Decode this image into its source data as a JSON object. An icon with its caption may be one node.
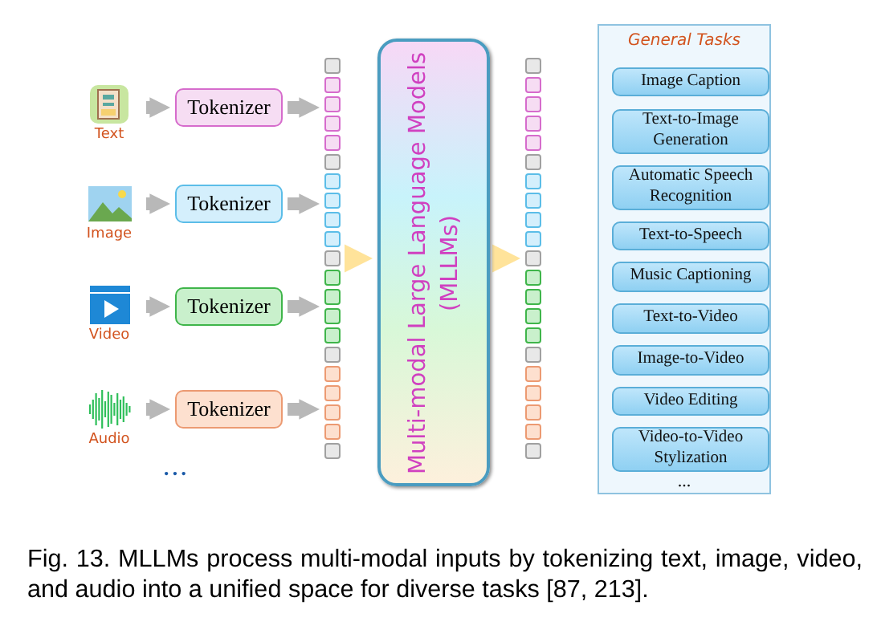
{
  "diagram": {
    "caption": "Fig. 13. MLLMs process multi-modal inputs by tokenizing text, image, video, and audio into a unified space for diverse tasks [87, 213].",
    "nodes": [
      {
        "text": [
          "Text"
        ]
      },
      {
        "text": [
          "Image"
        ]
      },
      {
        "text": [
          "Video"
        ]
      },
      {
        "text": [
          "Audio"
        ]
      },
      {
        "text": [
          "Tokenizer"
        ]
      },
      {
        "text": [
          "Tokenizer"
        ]
      },
      {
        "text": [
          "Tokenizer"
        ]
      },
      {
        "text": [
          "Tokenizer"
        ]
      },
      {
        "text": [],
        "shape": "bar"
      },
      {
        "text": [
          "Multi-modal Large Language Models (MLLMs)"
        ]
      },
      {
        "text": [],
        "shape": "bar"
      },
      {
        "text": [
          "General Tasks"
        ]
      },
      {
        "text": [
          "Image Caption"
        ],
        "in": 11
      },
      {
        "text": [
          "Text-to-Image Generation"
        ],
        "in": 11
      },
      {
        "text": [
          "Automatic Speech Recognition"
        ],
        "in": 11
      },
      {
        "text": [
          "Text-to-Speech"
        ],
        "in": 11
      },
      {
        "text": [
          "Music Captioning"
        ],
        "in": 11
      },
      {
        "text": [
          "Text-to-Video"
        ],
        "in": 11
      },
      {
        "text": [
          "Image-to-Video"
        ],
        "in": 11
      },
      {
        "text": [
          "Video Editing"
        ],
        "in": 11
      },
      {
        "text": [
          "Video-to-Video Stylization"
        ],
        "in": 11
      }
    ],
    "edges": [
      {
        "from": 0,
        "to": 4,
        "arrow": "to"
      },
      {
        "from": 1,
        "to": 5,
        "arrow": "to"
      },
      {
        "from": 2,
        "to": 6,
        "arrow": "to"
      },
      {
        "from": 3,
        "to": 7,
        "arrow": "to"
      },
      {
        "from": 4,
        "to": 8,
        "arrow": "to"
      },
      {
        "from": 5,
        "to": 8,
        "arrow": "to"
      },
      {
        "from": 6,
        "to": 8,
        "arrow": "to"
      },
      {
        "from": 7,
        "to": 8,
        "arrow": "to"
      },
      {
        "from": 8,
        "to": 9,
        "arrow": "to",
        "color": "#ffe39a"
      },
      {
        "from": 9,
        "to": 10,
        "arrow": "to",
        "color": "#ffe39a"
      }
    ],
    "labels": [
      "• • •",
      "..."
    ]
  }
}
